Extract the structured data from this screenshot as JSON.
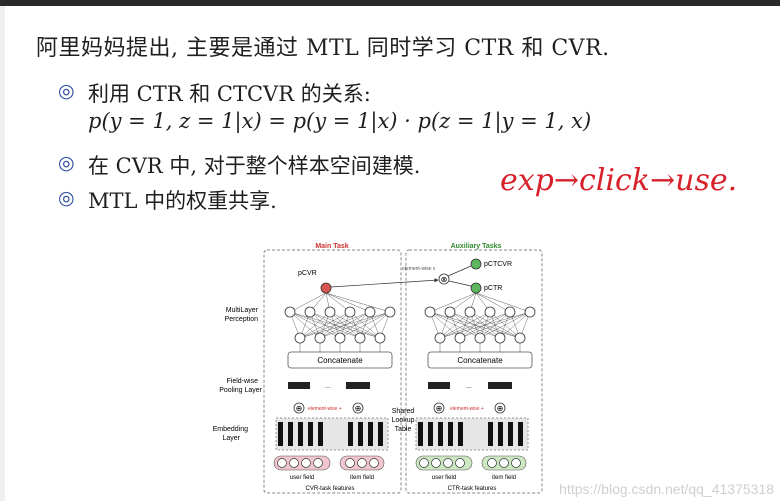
{
  "slide": {
    "title": "阿里妈妈提出, 主要是通过 MTL 同时学习 CTR 和 CVR.",
    "bullets": [
      "利用 CTR 和 CTCVR 的关系:",
      "在 CVR 中, 对于整个样本空间建模.",
      "MTL 中的权重共享."
    ],
    "formula": "p(y = 1, z = 1|x) = p(y = 1|x) · p(z = 1|y = 1, x)",
    "bullet_icon": "circled-dot-icon"
  },
  "handwriting": "exp→click→use.",
  "diagram": {
    "main_task": "Main Task",
    "auxiliary_tasks": "Auxiliary Tasks",
    "pcvr": "pCVR",
    "pctcvr": "pCTCVR",
    "pctr": "pCTR",
    "elementwise_x": "element-wise x",
    "elementwise_plus": "element-wise +",
    "mlp": [
      "MultiLayer",
      "Perception"
    ],
    "pooling": [
      "Field-wise",
      "Pooling Layer"
    ],
    "embedding": [
      "Embedding",
      "Layer"
    ],
    "shared": [
      "Shared",
      "Lookup",
      "Table"
    ],
    "concatenate": "Concatenate",
    "dots": "...",
    "user_field": "user field",
    "item_field": "item field",
    "cvr_features": "CVR-task features",
    "ctr_features": "CTR-task features",
    "colors": {
      "main": "#cc3333",
      "aux": "#2d8a2d",
      "node_red": "#d9534f",
      "node_green": "#5cb85c",
      "pink": "#f2c6cf",
      "lightgreen": "#cfe8c4"
    }
  },
  "watermark": "https://blog.csdn.net/qq_41375318"
}
